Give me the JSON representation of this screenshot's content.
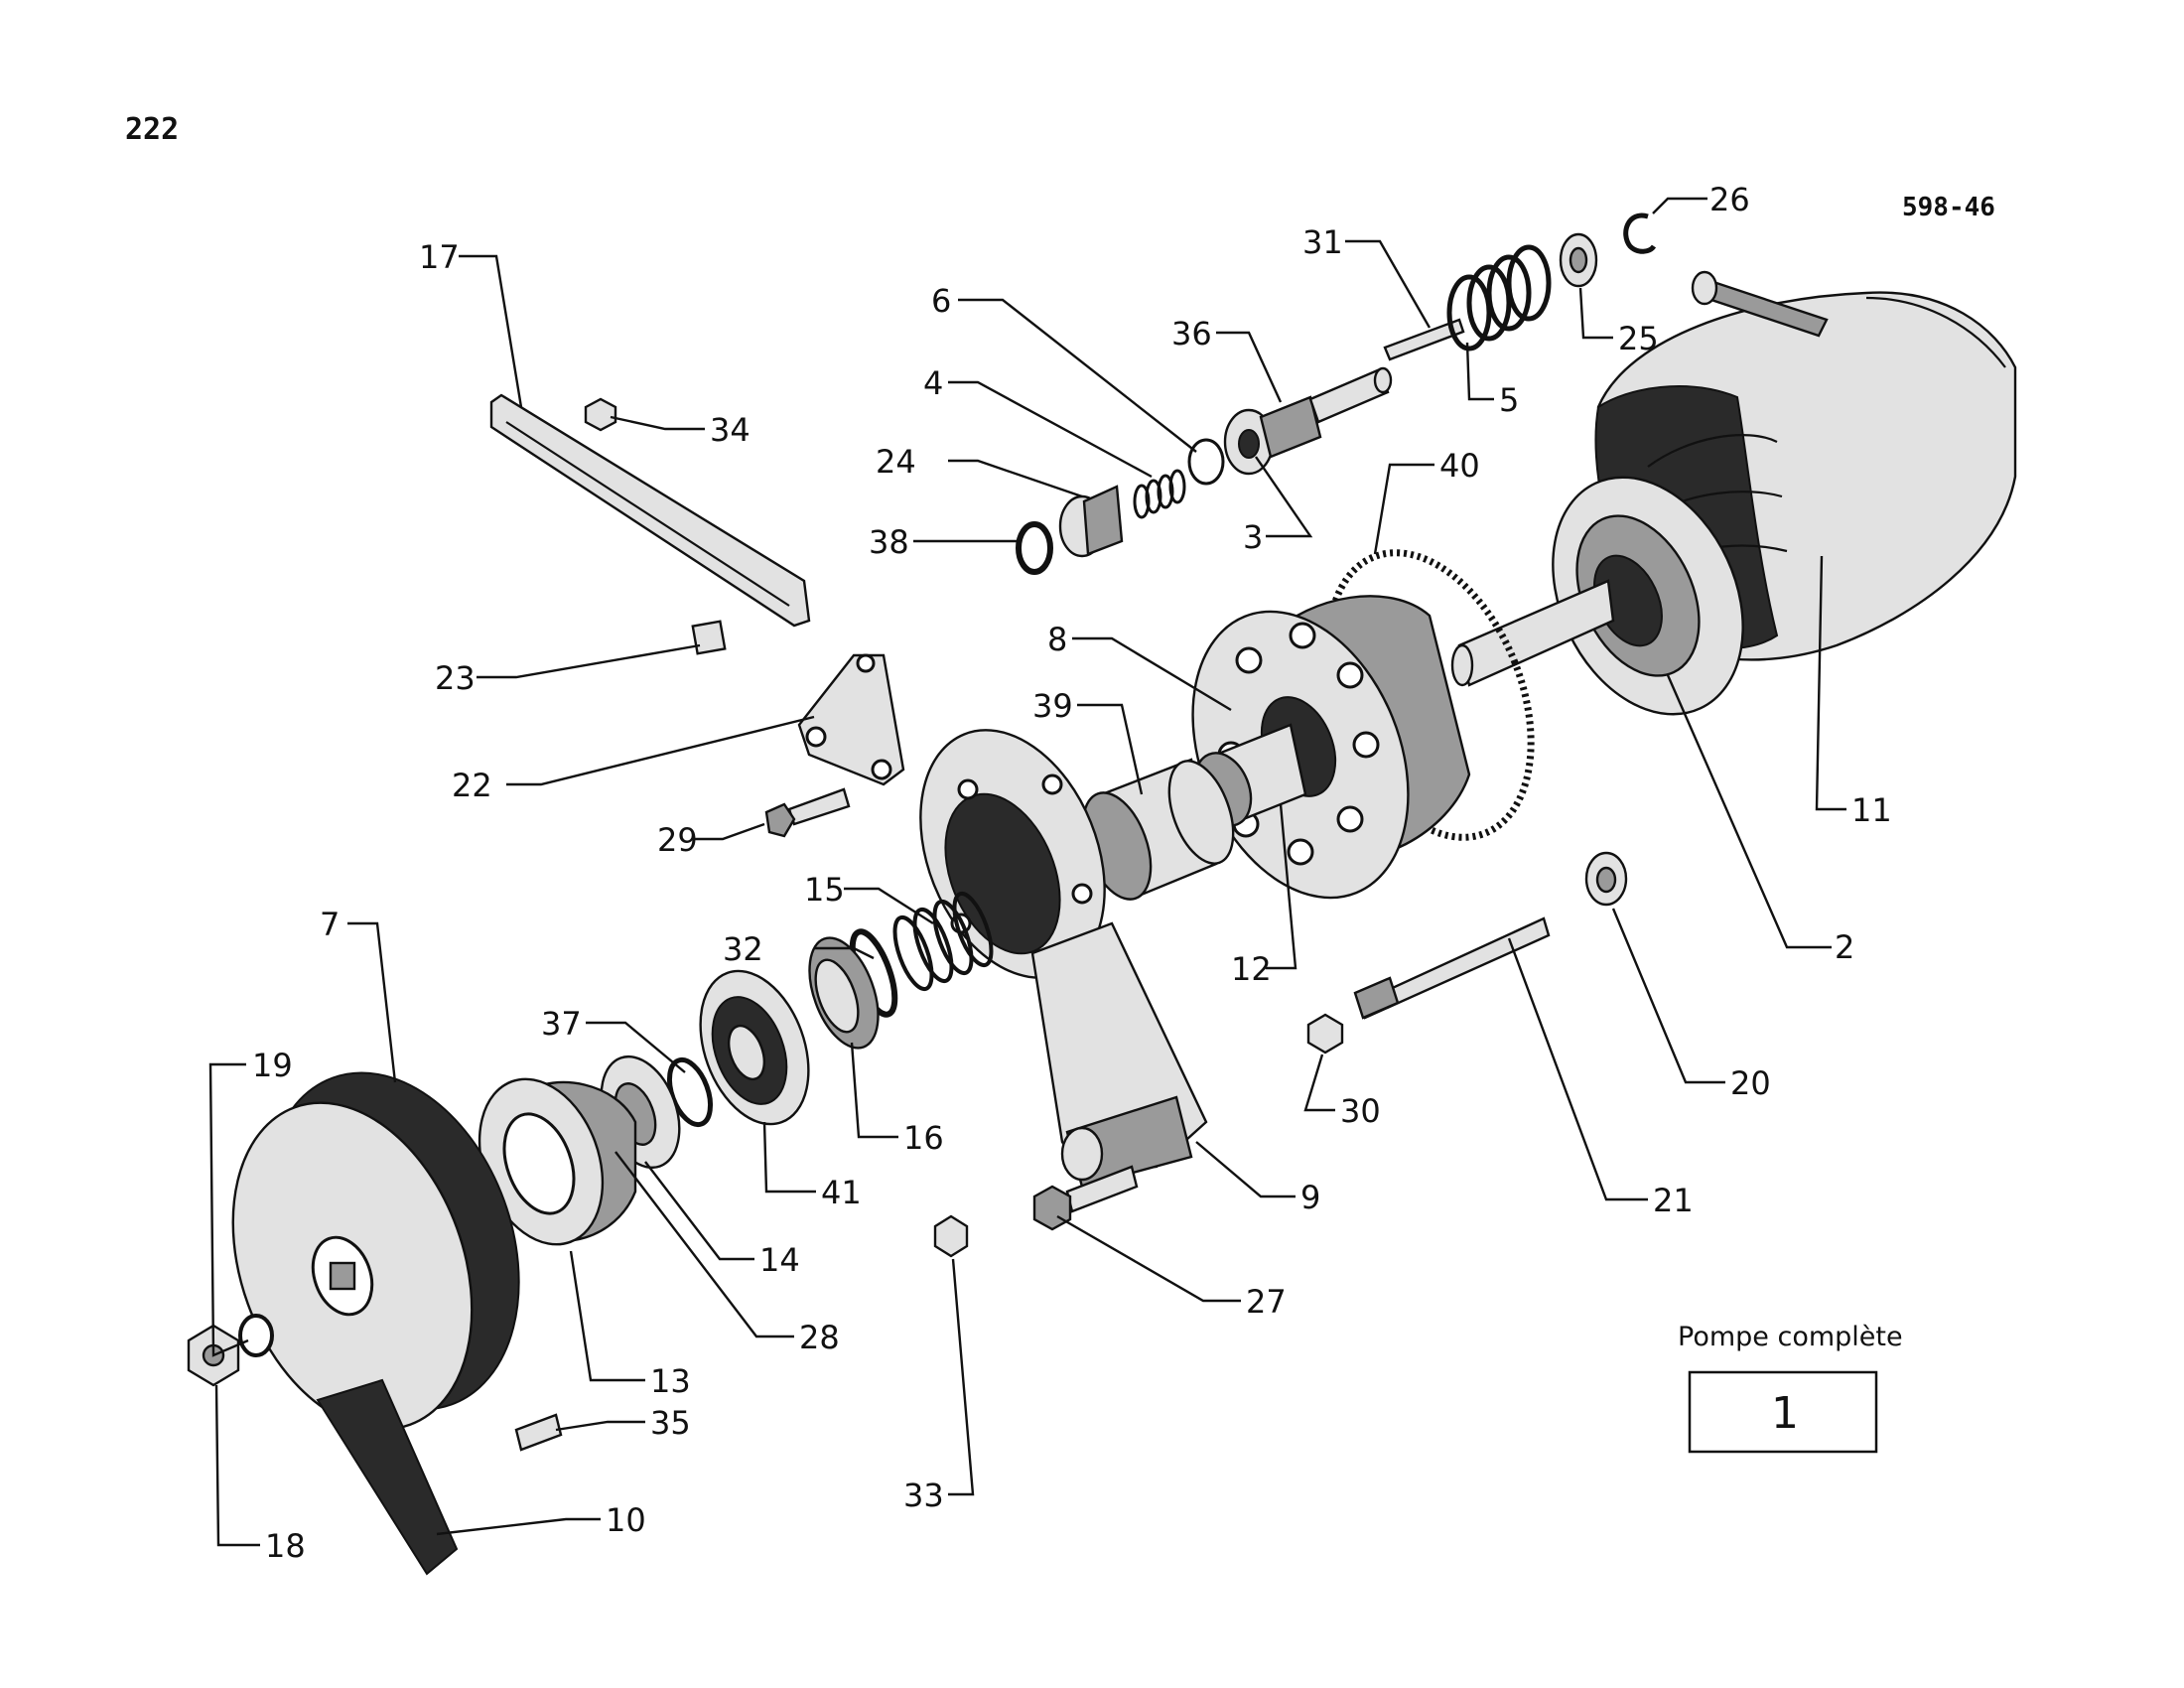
{
  "header": {
    "page_number": "222",
    "figure_ref": "598-46"
  },
  "callout": {
    "caption": "Pompe complète",
    "number": "1"
  },
  "labels": {
    "l2": "2",
    "l3": "3",
    "l4": "4",
    "l5": "5",
    "l6": "6",
    "l7": "7",
    "l8": "8",
    "l9": "9",
    "l10": "10",
    "l11": "11",
    "l12": "12",
    "l13": "13",
    "l14": "14",
    "l15": "15",
    "l16": "16",
    "l17": "17",
    "l18": "18",
    "l19": "19",
    "l20": "20",
    "l21": "21",
    "l22": "22",
    "l23": "23",
    "l24": "24",
    "l25": "25",
    "l26": "26",
    "l27": "27",
    "l28": "28",
    "l29": "29",
    "l30": "30",
    "l31": "31",
    "l32": "32",
    "l33": "33",
    "l34": "34",
    "l35": "35",
    "l36": "36",
    "l37": "37",
    "l38": "38",
    "l39": "39",
    "l40": "40",
    "l41": "41"
  }
}
